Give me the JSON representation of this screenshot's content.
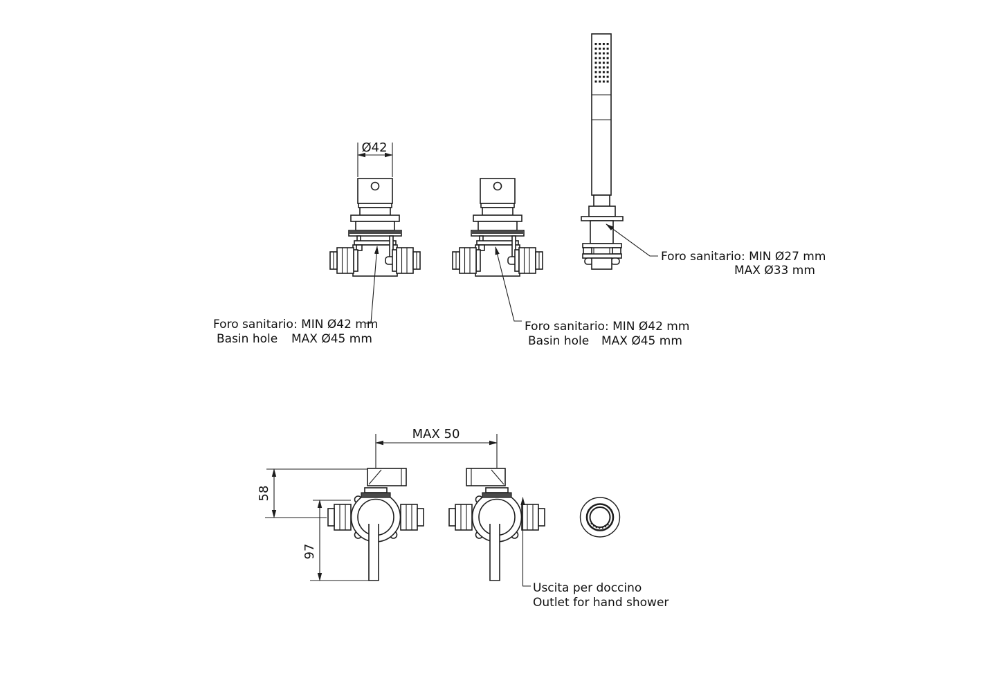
{
  "page": {
    "background": "#ffffff",
    "line_color": "#1d1d1d",
    "gasket_fill": "#4a4a4a",
    "text_color": "#111111"
  },
  "dimensions": {
    "handle_diameter": "Ø42",
    "center_distance": "MAX 50",
    "height_to_spout": "58",
    "height_total": "97"
  },
  "annotations": {
    "basin_hole_left": {
      "line1": "Foro sanitario: MIN Ø42 mm",
      "line2_label": "Basin hole",
      "line2_value": "MAX Ø45 mm"
    },
    "basin_hole_middle": {
      "line1": "Foro sanitario: MIN Ø42 mm",
      "line2_label": "Basin hole",
      "line2_value": "MAX Ø45 mm"
    },
    "shower_hole": {
      "line1": "Foro sanitario: MIN Ø27 mm",
      "line2": "MAX Ø33 mm"
    },
    "shower_outlet": {
      "line1": "Uscita per doccino",
      "line2": "Outlet for hand shower"
    }
  }
}
